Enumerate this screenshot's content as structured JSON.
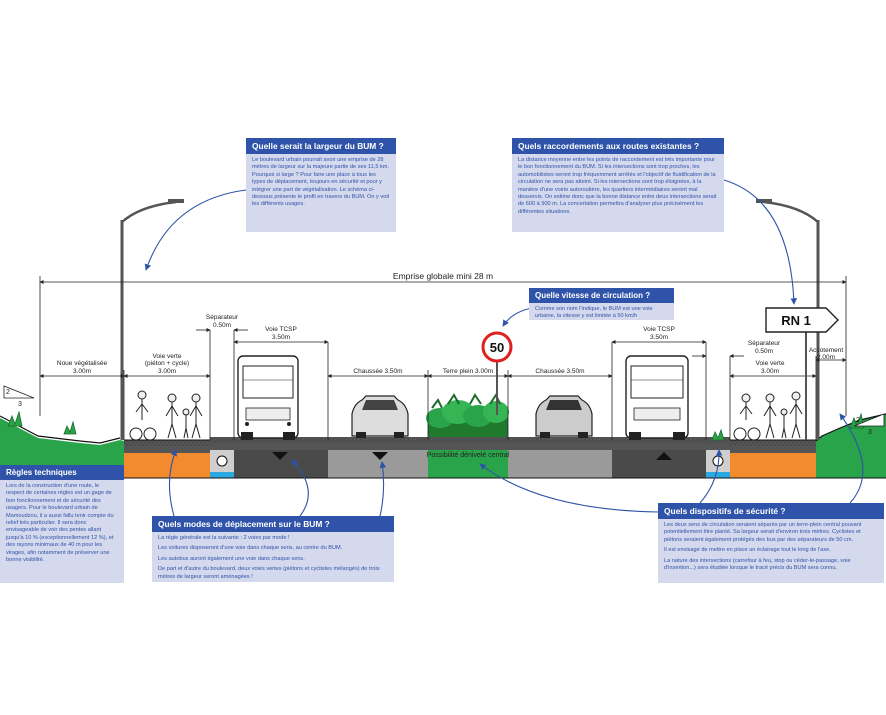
{
  "boxes": {
    "width": {
      "title": "Quelle serait la largeur du BUM ?",
      "body": "Le boulevard urbain pourrait avoir une emprise de 28 mètres de largeur sur la majeure partie de ses 11,5 km. Pourquoi si large ? Pour faire une place à tous les types de déplacement, toujours en sécurité et pour y intégrer une part de végétalisation. Le schéma ci-dessous présente le profil en travers du BUM. On y voit les différents usages."
    },
    "connections": {
      "title": "Quels raccordements aux routes existantes ?",
      "body": "La distance moyenne entre les points de raccordement est très importante pour le bon fonctionnement du BUM. Si les intersections sont trop proches, les automobilistes seront trop fréquemment arrêtés et l'objectif de fluidification de la circulation ne sera pas atteint. Si les intersections sont trop éloignées, à la manière d'une voirie autoroutière, les quartiers intermédiaires seront mal desservis. On estime donc que la bonne distance entre deux intersections serait de 600 à 900 m. La concertation permettra d'analyser plus précisément les différentes situations."
    },
    "speed": {
      "title": "Quelle vitesse de circulation ?",
      "body": "Comme son nom l'indique, le BUM est une voie urbaine, la vitesse y est limitée à 50 km/h"
    },
    "rules": {
      "title": "Règles techniques",
      "body": "Lors de la construction d'une route, le respect de certaines règles est un gage de bon fonctionnement et de sécurité des usagers. Pour le boulevard urbain de Mamoudzou, il a aussi fallu tenir compte du relief très particulier. Il sera donc envisageable de voir des pentes allant jusqu'à 10 % (exceptionnellement 12 %), et des rayons minimaux de 40 m pour les virages, afin notamment de préserver une bonne visibilité."
    },
    "modes": {
      "title": "Quels modes de déplacement sur le BUM ?",
      "p1": "La règle générale est la suivante : 2 voies par mode !",
      "p2": "Les voitures disposeront d'une voie dans chaque sens, au centre du BUM.",
      "p3": "Les autobus auront également une voie dans chaque sens.",
      "p4": "De part et d'autre du boulevard, deux voies vertes (piétons et cyclistes mélangés) de trois mètres de largeur seront aménagées !"
    },
    "safety": {
      "title": "Quels dispositifs de sécurité ?",
      "p1": "Les deux sens de circulation seraient séparés par un terre-plein central pouvant potentiellement être planté. Sa largeur serait d'environ trois mètres. Cyclistes et piétons seraient également protégés des bus par des séparateurs de 50 cm.",
      "p2": "Il est envisagé de mettre en place un éclairage tout le long de l'axe.",
      "p3": "La nature des intersections (carrefour à feu, stop ou céder-le-passage, voie d'insertion...) sera étudiée lorsque le tracé précis du BUM sera connu."
    }
  },
  "diagram": {
    "emprise_label": "Emprise globale mini 28 m",
    "dims": {
      "noue_name": "Noue végétalisée",
      "noue_w": "3.00m",
      "voie_verte_l_name": "Voie verte",
      "voie_verte_l_sub": "(piéton + cycle)",
      "voie_verte_l_w": "3.00m",
      "sep_l_name": "Séparateur",
      "sep_l_w": "0.50m",
      "tcsp_l_name": "Voie TCSP",
      "tcsp_l_w": "3.50m",
      "chaussee_l": "Chaussée 3.50m",
      "terre_plein": "Terre plein 3.00m",
      "chaussee_r": "Chaussée 3.50m",
      "tcsp_r_name": "Voie TCSP",
      "tcsp_r_w": "3.50m",
      "sep_r_name": "Séparateur",
      "sep_r_w": "0.50m",
      "voie_verte_r_name": "Voie verte",
      "voie_verte_r_w": "3.00m",
      "accotement_name": "Accotement",
      "accotement_w": "2.00m"
    },
    "central_note": "Possibilité dénivelé central",
    "speed_sign": "50",
    "rn1_sign": "RN 1",
    "slope_left_top": "2",
    "slope_left_bottom": "3",
    "slope_right_top": "2",
    "slope_right_bottom": "3"
  },
  "colors": {
    "blue": "#2e53a8",
    "panel": "#d5d9ee",
    "grass": "#2aa44a",
    "orange": "#f28a2e",
    "asphalt": "#6d6d6d",
    "bus_lane": "#4a4a4a",
    "curb": "#29a9e0"
  }
}
